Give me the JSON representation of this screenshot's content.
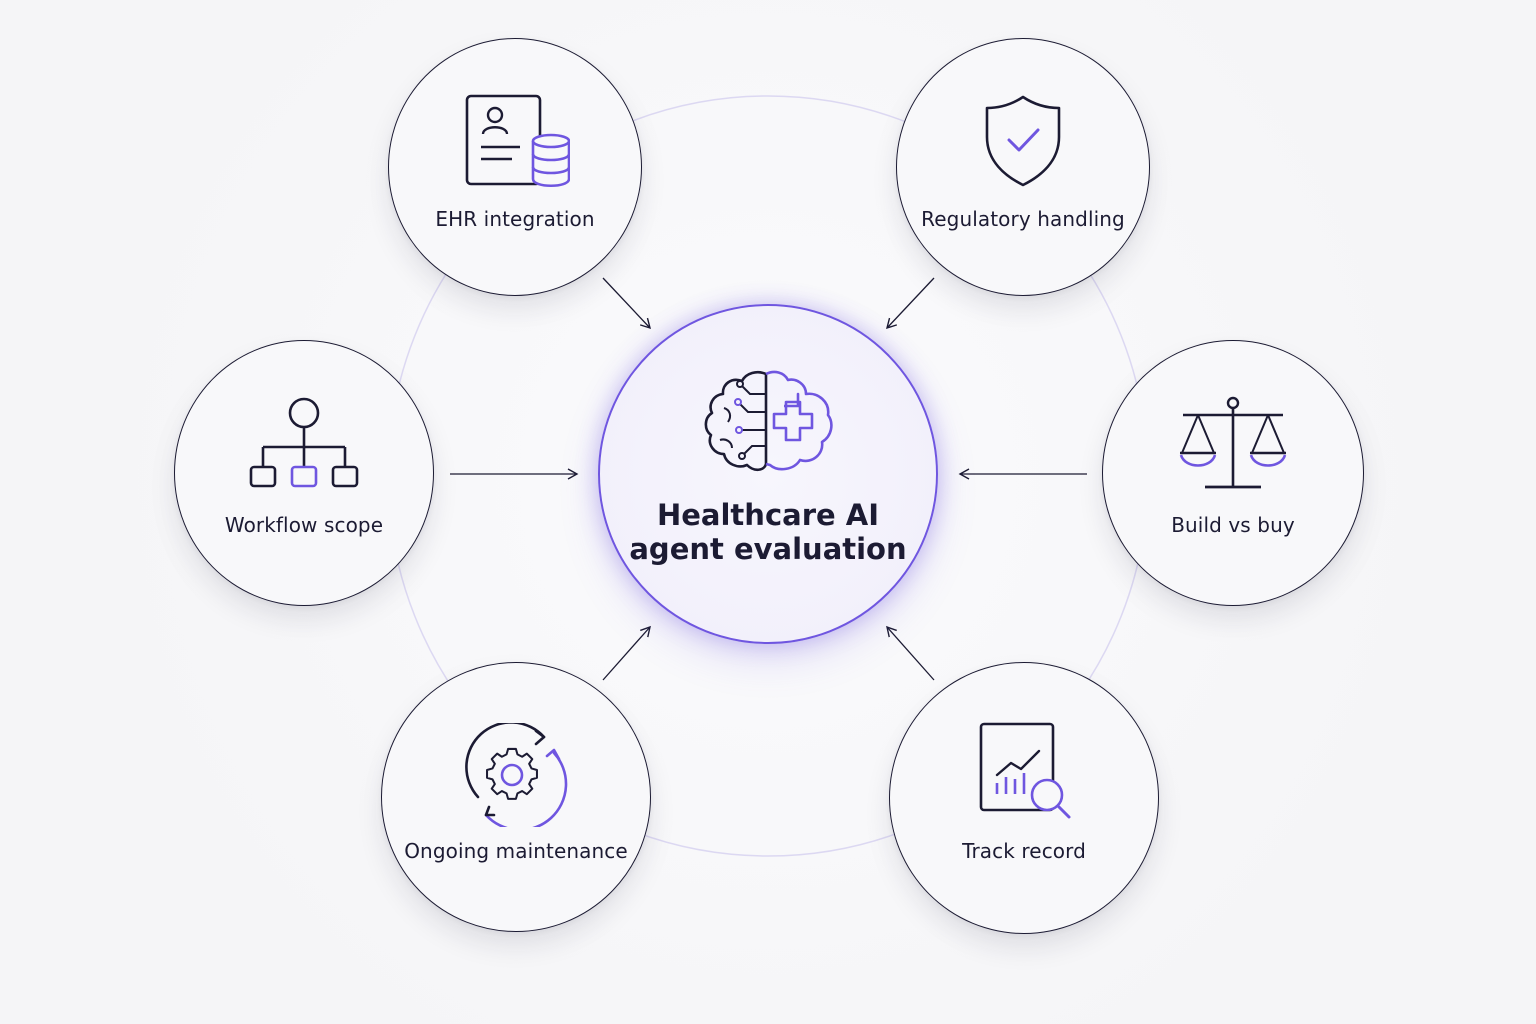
{
  "center": {
    "title_line1": "Healthcare AI",
    "title_line2": "agent evaluation",
    "icon": "brain-medical-icon"
  },
  "nodes": [
    {
      "id": "ehr",
      "label": "EHR integration",
      "icon": "record-database-icon"
    },
    {
      "id": "regulatory",
      "label": "Regulatory handling",
      "icon": "shield-check-icon"
    },
    {
      "id": "workflow",
      "label": "Workflow scope",
      "icon": "hierarchy-icon"
    },
    {
      "id": "build",
      "label": "Build vs buy",
      "icon": "scales-icon"
    },
    {
      "id": "maintenance",
      "label": "Ongoing maintenance",
      "icon": "gear-cycle-icon"
    },
    {
      "id": "track",
      "label": "Track record",
      "icon": "report-magnifier-icon"
    }
  ],
  "colors": {
    "ink": "#1c1b33",
    "accent": "#6f56e0",
    "ring": "#dcd8f2"
  }
}
